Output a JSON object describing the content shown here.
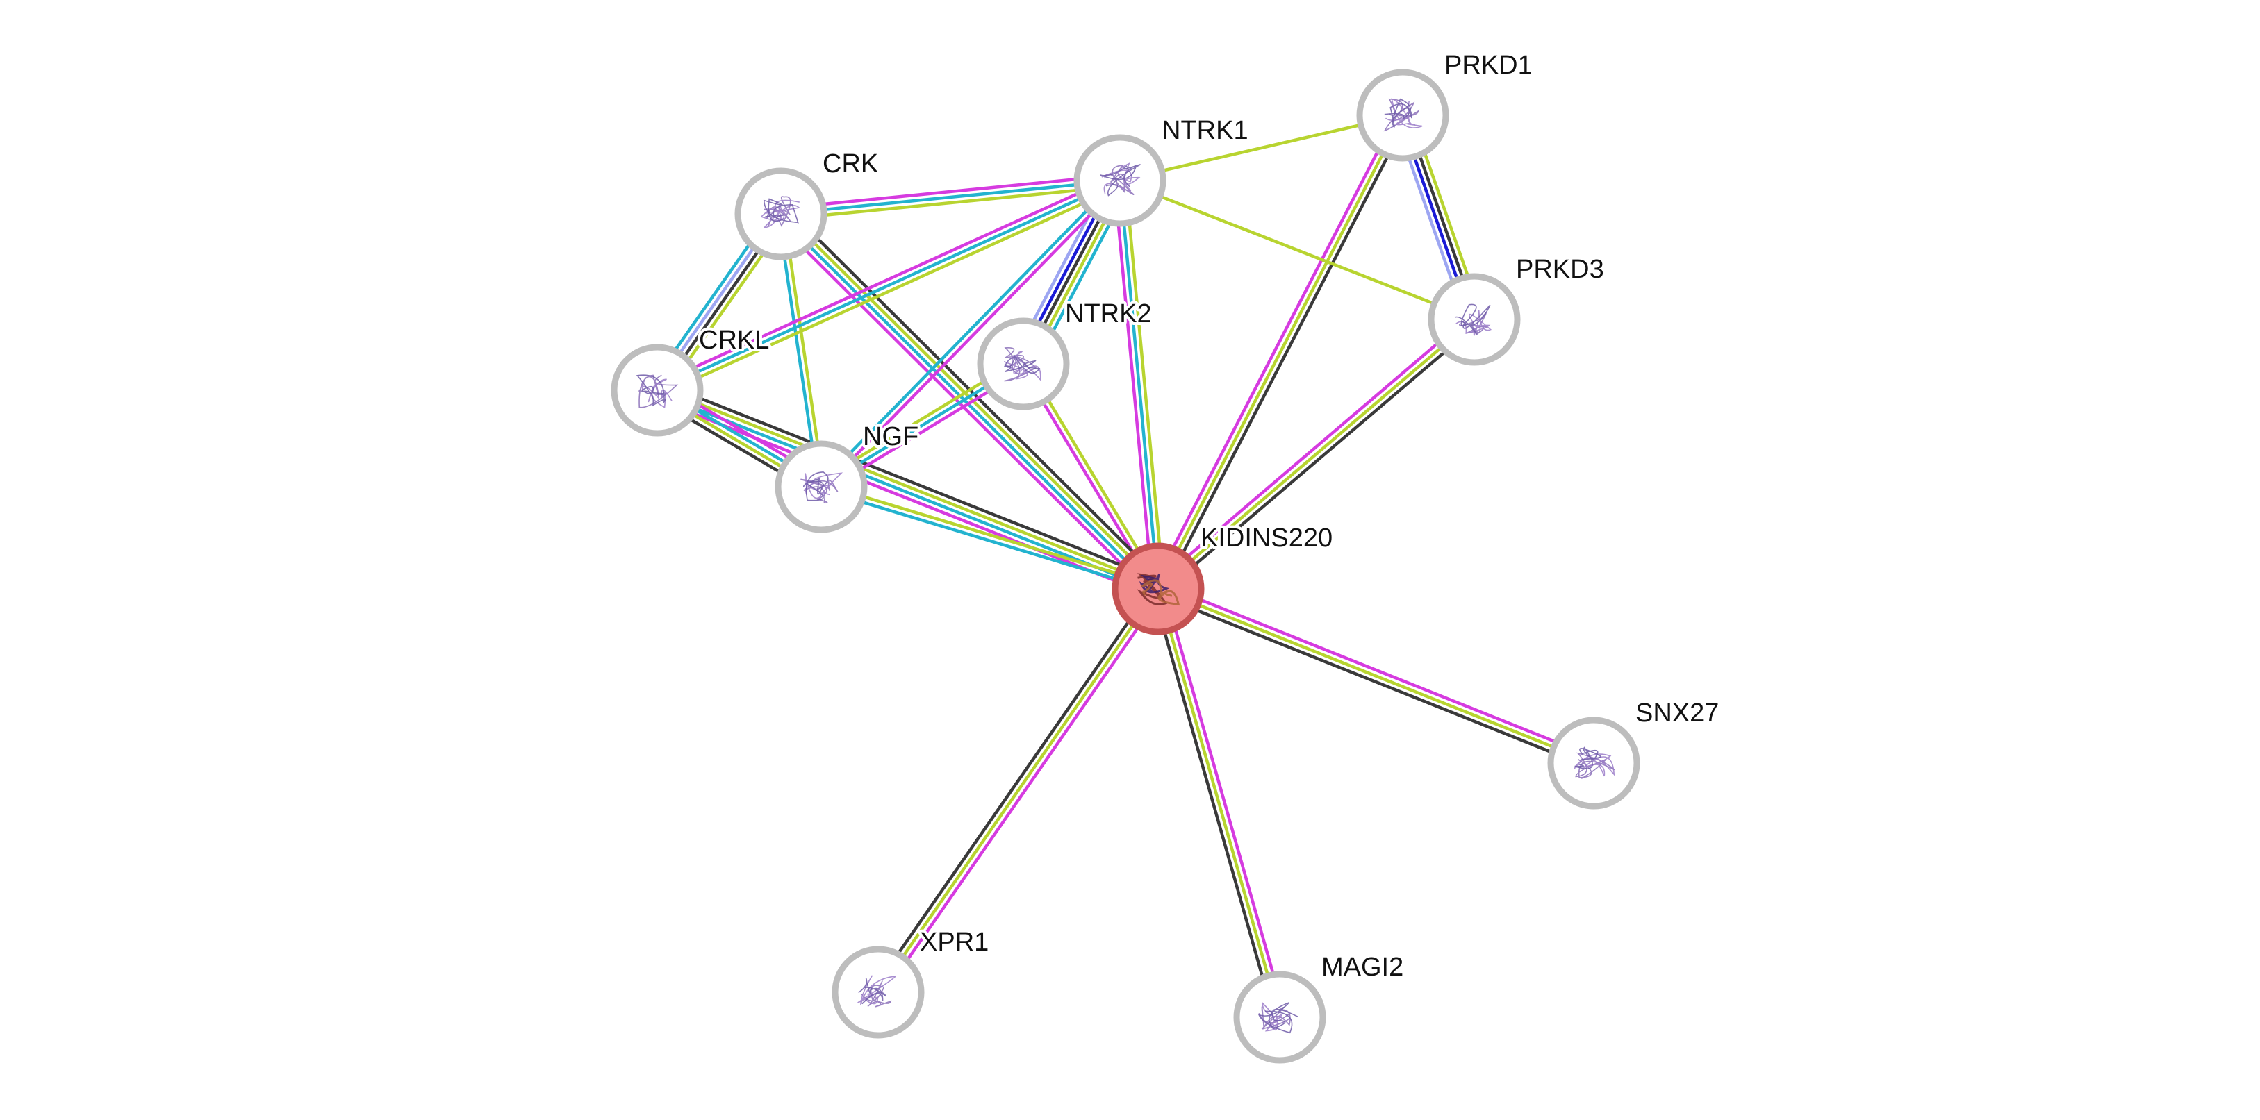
{
  "diagram": {
    "type": "protein-interaction-network",
    "query_protein": "KIDINS220",
    "evidence_colors": {
      "experiments": "#d63be0",
      "databases": "#23b3cf",
      "textmining": "#b8d430",
      "coexpression": "#3a3a3a",
      "gene_fusion": "#1a1ad6",
      "homology": "#9da6f2"
    },
    "nodes": [
      {
        "id": "KIDINS220",
        "label": "KIDINS220",
        "query": true
      },
      {
        "id": "NTRK1",
        "label": "NTRK1"
      },
      {
        "id": "NTRK2",
        "label": "NTRK2"
      },
      {
        "id": "CRK",
        "label": "CRK"
      },
      {
        "id": "CRKL",
        "label": "CRKL"
      },
      {
        "id": "NGF",
        "label": "NGF"
      },
      {
        "id": "PRKD1",
        "label": "PRKD1"
      },
      {
        "id": "PRKD3",
        "label": "PRKD3"
      },
      {
        "id": "SNX27",
        "label": "SNX27"
      },
      {
        "id": "XPR1",
        "label": "XPR1"
      },
      {
        "id": "MAGI2",
        "label": "MAGI2"
      }
    ],
    "edges": [
      {
        "source": "KIDINS220",
        "target": "NTRK1",
        "evidence": [
          "experiments",
          "databases",
          "textmining"
        ]
      },
      {
        "source": "KIDINS220",
        "target": "NTRK2",
        "evidence": [
          "experiments",
          "textmining"
        ]
      },
      {
        "source": "KIDINS220",
        "target": "CRK",
        "evidence": [
          "experiments",
          "databases",
          "textmining",
          "coexpression"
        ]
      },
      {
        "source": "KIDINS220",
        "target": "CRKL",
        "evidence": [
          "experiments",
          "databases",
          "textmining",
          "coexpression"
        ]
      },
      {
        "source": "KIDINS220",
        "target": "NGF",
        "evidence": [
          "databases",
          "textmining"
        ]
      },
      {
        "source": "KIDINS220",
        "target": "PRKD1",
        "evidence": [
          "experiments",
          "textmining",
          "coexpression"
        ]
      },
      {
        "source": "KIDINS220",
        "target": "PRKD3",
        "evidence": [
          "experiments",
          "textmining",
          "coexpression"
        ]
      },
      {
        "source": "KIDINS220",
        "target": "SNX27",
        "evidence": [
          "experiments",
          "textmining",
          "coexpression"
        ]
      },
      {
        "source": "KIDINS220",
        "target": "XPR1",
        "evidence": [
          "experiments",
          "textmining",
          "coexpression"
        ]
      },
      {
        "source": "KIDINS220",
        "target": "MAGI2",
        "evidence": [
          "experiments",
          "textmining",
          "coexpression"
        ]
      },
      {
        "source": "CRK",
        "target": "NTRK1",
        "evidence": [
          "experiments",
          "databases",
          "textmining"
        ]
      },
      {
        "source": "CRK",
        "target": "CRKL",
        "evidence": [
          "textmining",
          "coexpression",
          "homology",
          "databases"
        ]
      },
      {
        "source": "CRK",
        "target": "NGF",
        "evidence": [
          "textmining",
          "databases"
        ]
      },
      {
        "source": "CRKL",
        "target": "NTRK1",
        "evidence": [
          "experiments",
          "databases",
          "textmining"
        ]
      },
      {
        "source": "CRKL",
        "target": "NGF",
        "evidence": [
          "experiments",
          "databases",
          "textmining",
          "coexpression"
        ]
      },
      {
        "source": "NTRK1",
        "target": "NTRK2",
        "evidence": [
          "databases",
          "textmining",
          "coexpression",
          "gene_fusion",
          "homology"
        ]
      },
      {
        "source": "NTRK1",
        "target": "NGF",
        "evidence": [
          "experiments",
          "databases"
        ]
      },
      {
        "source": "NTRK2",
        "target": "NGF",
        "evidence": [
          "experiments",
          "databases",
          "textmining"
        ]
      },
      {
        "source": "NTRK1",
        "target": "PRKD1",
        "evidence": [
          "textmining"
        ]
      },
      {
        "source": "NTRK1",
        "target": "PRKD3",
        "evidence": [
          "textmining"
        ]
      },
      {
        "source": "PRKD1",
        "target": "PRKD3",
        "evidence": [
          "textmining",
          "coexpression",
          "gene_fusion",
          "homology"
        ]
      }
    ]
  }
}
